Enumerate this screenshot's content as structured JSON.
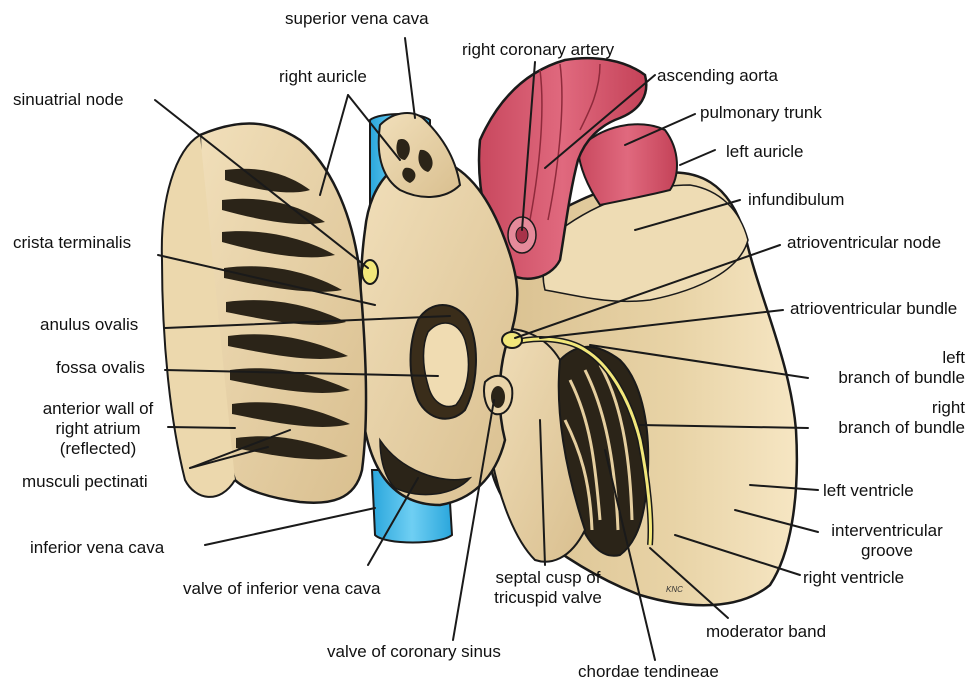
{
  "labels": {
    "superior_vena_cava": "superior vena cava",
    "right_coronary_artery": "right coronary artery",
    "right_auricle": "right auricle",
    "ascending_aorta": "ascending aorta",
    "sinuatrial_node": "sinuatrial node",
    "pulmonary_trunk": "pulmonary trunk",
    "left_auricle": "left auricle",
    "infundibulum": "infundibulum",
    "crista_terminalis": "crista terminalis",
    "atrioventricular_node": "atrioventricular node",
    "atrioventricular_bundle": "atrioventricular bundle",
    "anulus_ovalis": "anulus ovalis",
    "fossa_ovalis": "fossa ovalis",
    "left_branch_1": "left",
    "left_branch_2": "branch of bundle",
    "right_branch_1": "right",
    "right_branch_2": "branch of bundle",
    "anterior_wall_1": "anterior wall of",
    "anterior_wall_2": "right atrium",
    "anterior_wall_3": "(reflected)",
    "musculi_pectinati": "musculi pectinati",
    "left_ventricle": "left ventricle",
    "interventricular_1": "interventricular",
    "interventricular_2": "groove",
    "right_ventricle": "right ventricle",
    "inferior_vena_cava": "inferior vena cava",
    "valve_inferior_vena_cava": "valve of inferior vena cava",
    "septal_cusp_1": "septal cusp of",
    "septal_cusp_2": "tricuspid valve",
    "moderator_band": "moderator band",
    "valve_coronary_sinus": "valve of coronary sinus",
    "chordae_tendineae": "chordae tendineae",
    "artist_signature": "KNC"
  },
  "colors": {
    "tissue": "#e9d3a8",
    "tissue_light": "#f3e3c0",
    "aorta_red": "#d8556c",
    "vena_cava_blue": "#41b7e8",
    "node_yellow": "#f2e77a",
    "outline": "#1a1a1a"
  }
}
